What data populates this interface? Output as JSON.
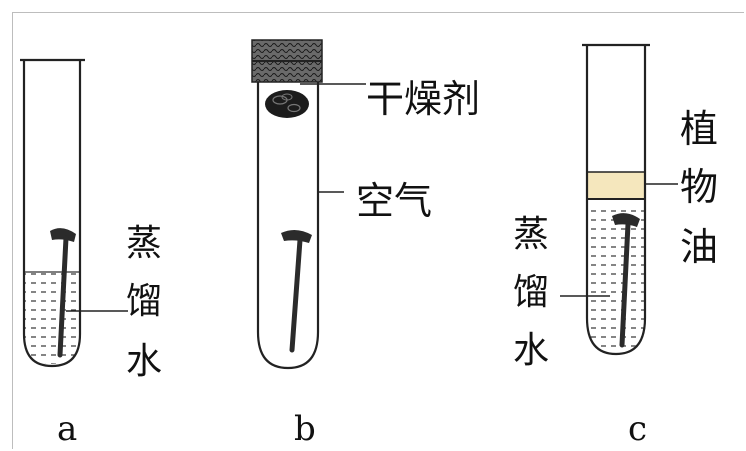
{
  "tubes": [
    {
      "id": "a",
      "caption": "a",
      "label_lines": [
        "蒸",
        "馏",
        "水"
      ]
    },
    {
      "id": "b",
      "caption": "b",
      "labels": {
        "desiccant": "干燥剂",
        "air": "空气"
      }
    },
    {
      "id": "c",
      "caption": "c",
      "oil_lines": [
        "植",
        "物",
        "油"
      ],
      "water_lines": [
        "蒸",
        "馏",
        "水"
      ]
    }
  ],
  "colors": {
    "oil": "#f5e7bd",
    "stroke": "#222222",
    "nail": "#2b2b2b"
  }
}
